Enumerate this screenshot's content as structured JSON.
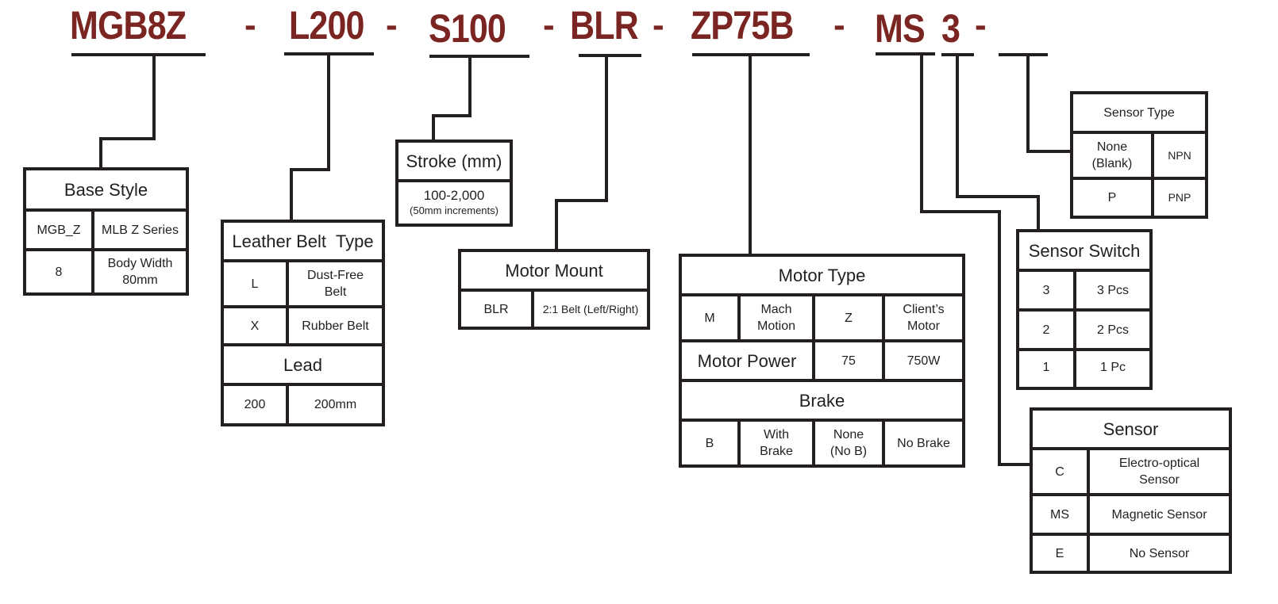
{
  "model_code": {
    "segments": [
      "MGB8Z",
      "L200",
      "S100",
      "BLR",
      "ZP75B",
      "MS",
      "3"
    ],
    "separator": "-",
    "color": "#7a2522"
  },
  "base_style": {
    "title": "Base Style",
    "rows": [
      [
        "MGB_Z",
        "MLB Z Series"
      ],
      [
        "8",
        "Body Width\n80mm"
      ]
    ]
  },
  "leather_belt_type": {
    "title": "Leather Belt  Type",
    "rows": [
      [
        "L",
        "Dust-Free Belt"
      ],
      [
        "X",
        "Rubber Belt"
      ]
    ],
    "lead_title": "Lead",
    "lead_rows": [
      [
        "200",
        "200mm"
      ]
    ]
  },
  "stroke": {
    "title": "Stroke (mm)",
    "range": "100-2,000",
    "note": "(50mm increments)"
  },
  "motor_mount": {
    "title": "Motor Mount",
    "rows": [
      [
        "BLR",
        "2:1 Belt (Left/Right)"
      ]
    ]
  },
  "motor_type": {
    "title": "Motor Type",
    "options": [
      [
        "M",
        "Mach Motion"
      ],
      [
        "Z",
        "Client’s Motor"
      ]
    ],
    "power_label": "Motor Power",
    "power": [
      "75",
      "750W"
    ],
    "brake_title": "Brake",
    "brake": [
      [
        "B",
        "With Brake"
      ],
      [
        "None (No B)",
        "No Brake"
      ]
    ]
  },
  "sensor_type": {
    "title": "Sensor Type",
    "rows": [
      [
        "None (Blank)",
        "NPN"
      ],
      [
        "P",
        "PNP"
      ]
    ]
  },
  "sensor_switch": {
    "title": "Sensor Switch",
    "rows": [
      [
        "3",
        "3 Pcs"
      ],
      [
        "2",
        "2 Pcs"
      ],
      [
        "1",
        "1 Pc"
      ]
    ]
  },
  "sensor": {
    "title": "Sensor",
    "rows": [
      [
        "C",
        "Electro-optical Sensor"
      ],
      [
        "MS",
        "Magnetic Sensor"
      ],
      [
        "E",
        "No Sensor"
      ]
    ]
  }
}
